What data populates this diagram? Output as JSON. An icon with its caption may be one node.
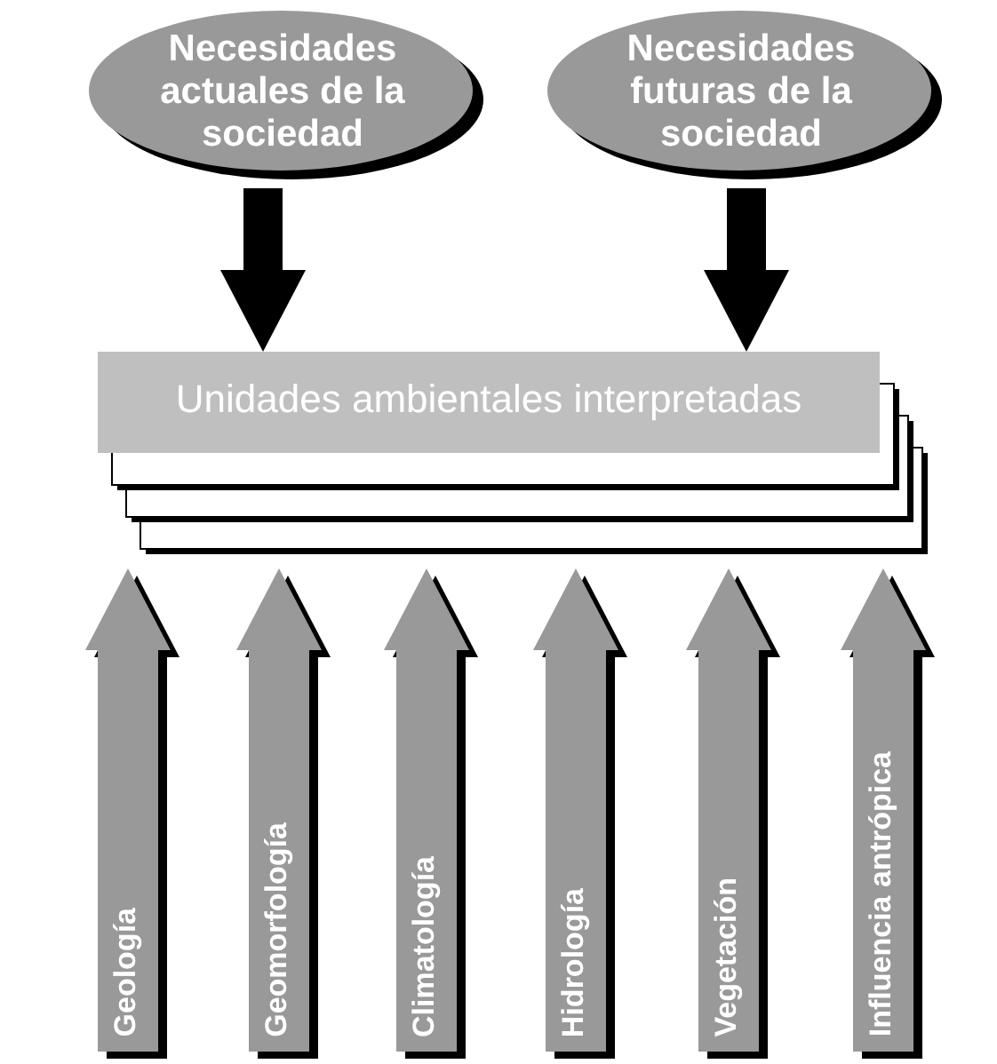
{
  "diagram": {
    "nodes": [
      {
        "text": [
          "Necesidades actuales de la sociedad"
        ]
      },
      {
        "text": [
          "Necesidades futuras de la sociedad"
        ]
      },
      {
        "text": [
          "Unidades ambientales interpretadas"
        ]
      }
    ],
    "edges": [
      {
        "from": 0,
        "to": 2,
        "arrow": "to",
        "color": "#000000"
      },
      {
        "from": 1,
        "to": 2,
        "arrow": "to",
        "color": "#000000"
      },
      {
        "from": null,
        "to": 2,
        "arrow": "to",
        "label": "Geología"
      },
      {
        "from": null,
        "to": 2,
        "arrow": "to",
        "label": "Geomorfología"
      },
      {
        "from": null,
        "to": 2,
        "arrow": "to",
        "label": "Climatología"
      },
      {
        "from": null,
        "to": 2,
        "arrow": "to",
        "label": "Hidrología"
      },
      {
        "from": null,
        "to": 2,
        "arrow": "to",
        "label": "Vegetación"
      },
      {
        "from": null,
        "to": 2,
        "arrow": "to",
        "label": "Influencia antrópica"
      }
    ]
  }
}
